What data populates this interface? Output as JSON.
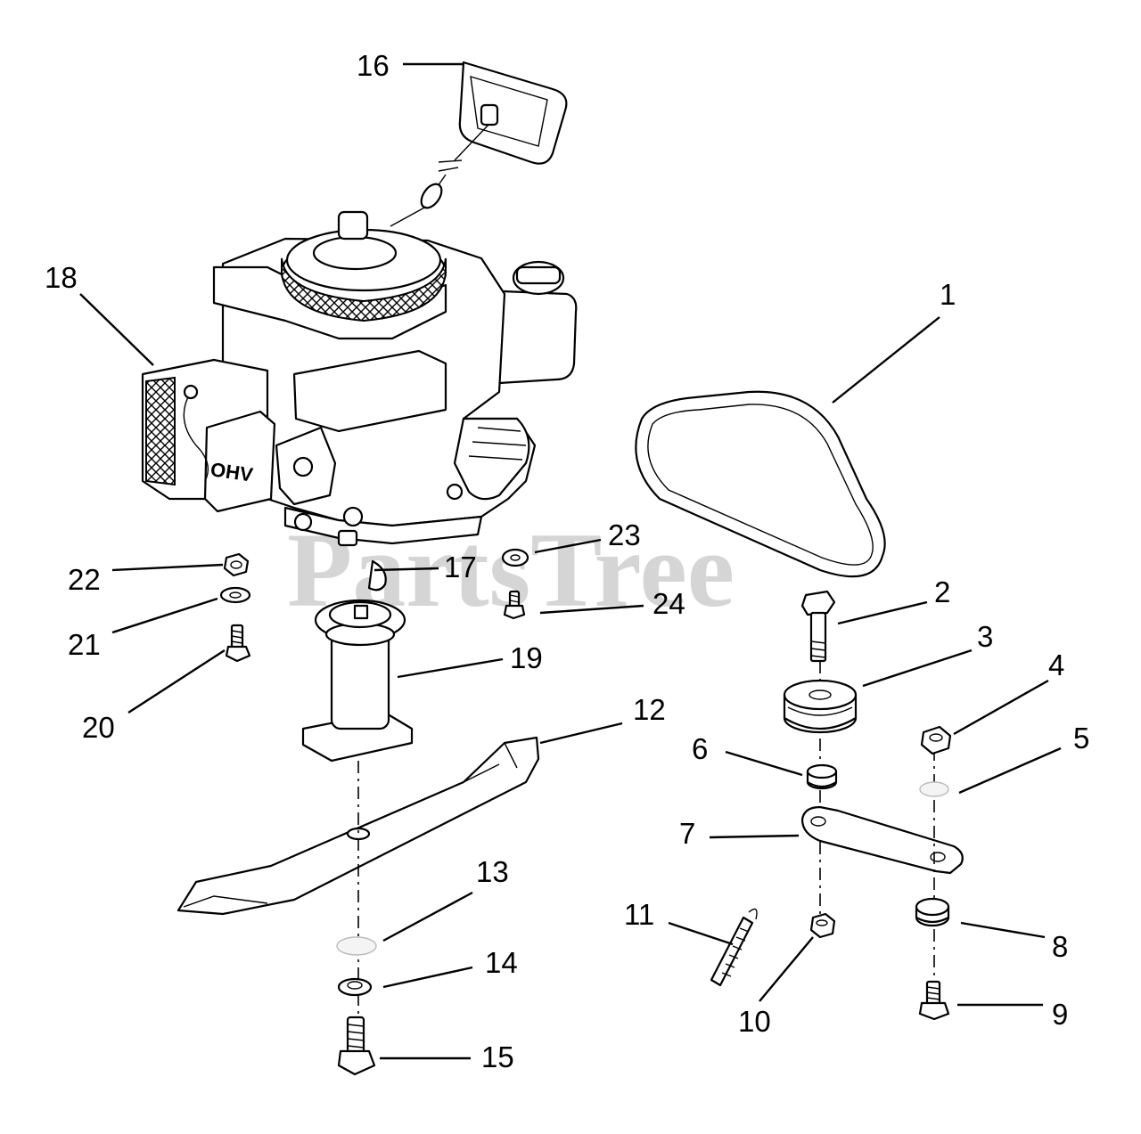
{
  "watermark": {
    "text": "PartsTree",
    "trademark": "™"
  },
  "callouts": {
    "c1": "1",
    "c2": "2",
    "c3": "3",
    "c4": "4",
    "c5": "5",
    "c6": "6",
    "c7": "7",
    "c8": "8",
    "c9": "9",
    "c10": "10",
    "c11": "11",
    "c12": "12",
    "c13": "13",
    "c14": "14",
    "c15": "15",
    "c16": "16",
    "c17": "17",
    "c18": "18",
    "c19": "19",
    "c20": "20",
    "c21": "21",
    "c22": "22",
    "c23": "23",
    "c24": "24"
  },
  "engine_label": "OHV"
}
